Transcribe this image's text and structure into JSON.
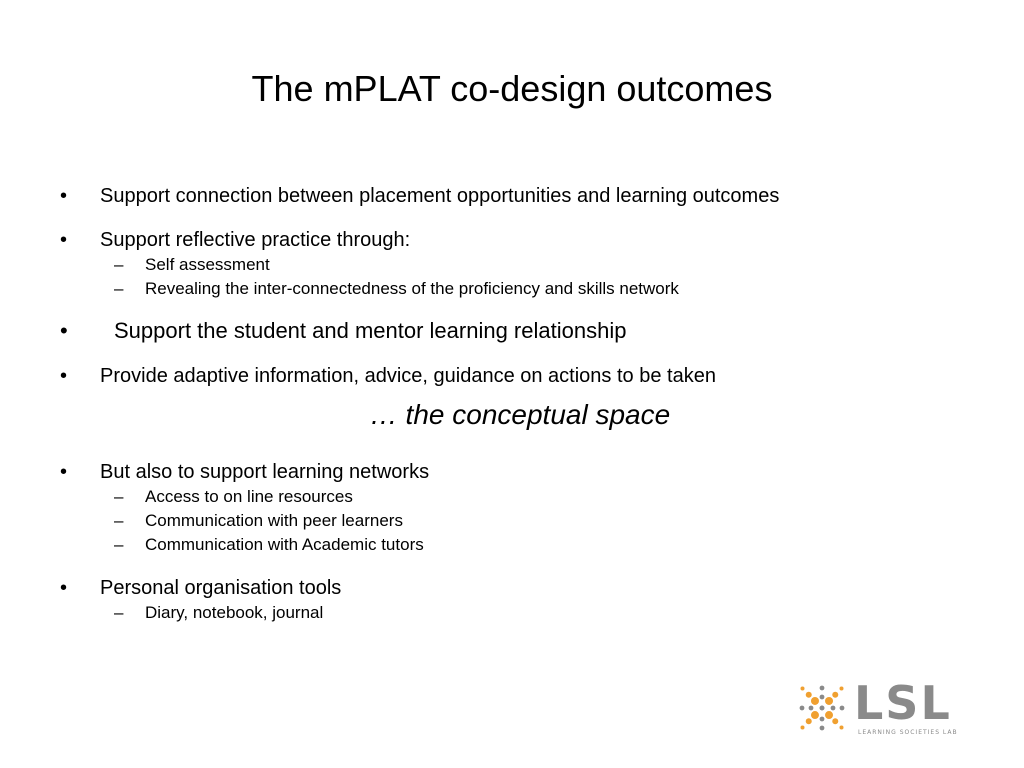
{
  "slide": {
    "title": "The mPLAT co-design outcomes"
  },
  "bullet_marker": "•",
  "dash_marker": "–",
  "bullets": [
    {
      "text": "Support connection between placement opportunities and learning outcomes"
    },
    {
      "text": "Support reflective practice through:",
      "subitems": [
        "Self assessment",
        "Revealing the inter-connectedness of the proficiency and skills network"
      ]
    },
    {
      "text": "Support  the student and mentor learning relationship"
    },
    {
      "text": "Provide adaptive information, advice, guidance on actions to be taken"
    },
    {
      "text": "But also to support learning networks",
      "subitems": [
        "Access to on line resources",
        "Communication with peer learners",
        "Communication with Academic tutors"
      ]
    },
    {
      "text": "Personal organisation tools",
      "subitems": [
        "Diary, notebook, journal"
      ]
    }
  ],
  "aside": "… the conceptual space",
  "logo": {
    "wordmark": "LSL",
    "subtitle": "LEARNING SOCIETIES LAB",
    "colors": {
      "accent": "#f0a030",
      "text": "#8a8a8a"
    }
  }
}
